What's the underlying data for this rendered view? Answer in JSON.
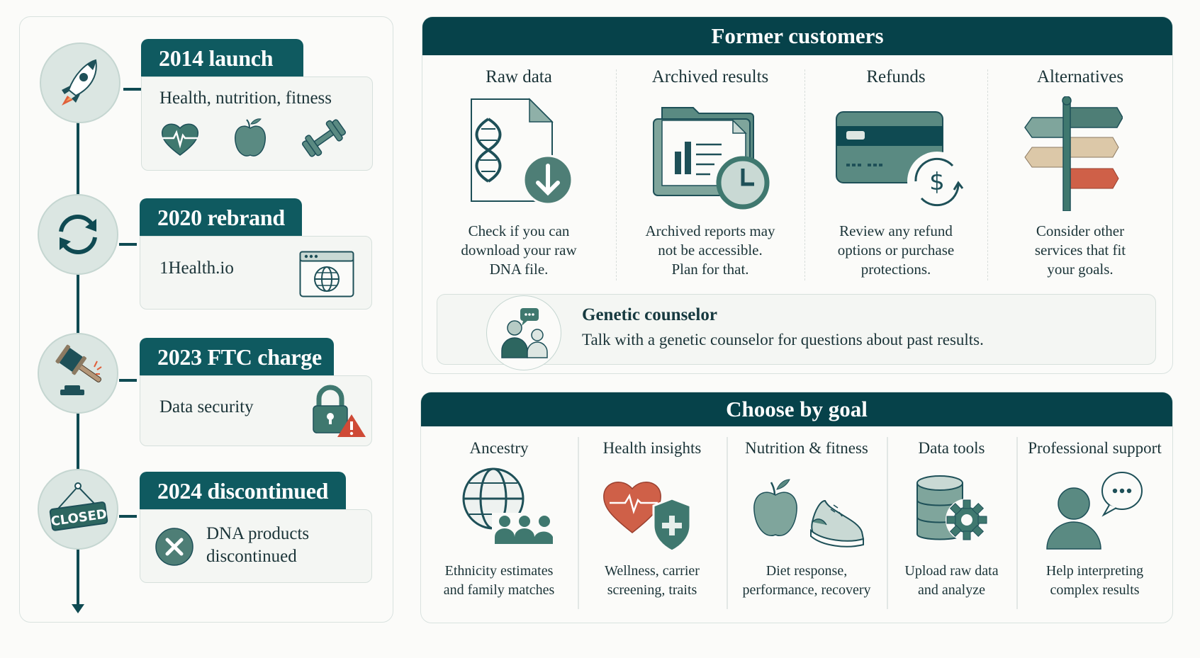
{
  "timeline": {
    "events": [
      {
        "tag": "2014 launch",
        "text": "Health, nutrition, fitness",
        "circle_icon": "rocket-icon",
        "card_icons": [
          "heart-pulse-icon",
          "apple-icon",
          "dumbbell-icon"
        ]
      },
      {
        "tag": "2020 rebrand",
        "text": "1Health.io",
        "circle_icon": "refresh-icon",
        "card_icons": [
          "browser-globe-icon"
        ]
      },
      {
        "tag": "2023 FTC charge",
        "text": "Data security",
        "circle_icon": "gavel-icon",
        "card_icons": [
          "lock-warning-icon"
        ]
      },
      {
        "tag": "2024 discontinued",
        "text_line1": "DNA products",
        "text_line2": "discontinued",
        "circle_icon": "closed-sign-icon",
        "circle_label": "CLOSED",
        "card_icons": [
          "x-circle-icon"
        ]
      }
    ]
  },
  "former_customers": {
    "title": "Former customers",
    "columns": [
      {
        "title": "Raw data",
        "icon": "dna-file-download-icon",
        "desc": [
          "Check if you can",
          "download your raw",
          "DNA file."
        ]
      },
      {
        "title": "Archived results",
        "icon": "folder-report-clock-icon",
        "desc": [
          "Archived reports may",
          "not be accessible.",
          "Plan for that."
        ]
      },
      {
        "title": "Refunds",
        "icon": "credit-card-refund-icon",
        "desc": [
          "Review any refund",
          "options or purchase",
          "protections."
        ]
      },
      {
        "title": "Alternatives",
        "icon": "signpost-icon",
        "desc": [
          "Consider other",
          "services that fit",
          "your goals."
        ]
      }
    ],
    "counselor": {
      "title": "Genetic counselor",
      "text": "Talk with a genetic counselor for questions about past results.",
      "icon": "counselor-people-icon"
    }
  },
  "choose_by_goal": {
    "title": "Choose by goal",
    "columns": [
      {
        "title": "Ancestry",
        "icon": "globe-people-icon",
        "desc": [
          "Ethnicity estimates",
          "and family matches"
        ]
      },
      {
        "title": "Health insights",
        "icon": "heart-shield-icon",
        "desc": [
          "Wellness, carrier",
          "screening, traits"
        ]
      },
      {
        "title": "Nutrition & fitness",
        "icon": "apple-sneaker-icon",
        "desc": [
          "Diet response,",
          "performance, recovery"
        ]
      },
      {
        "title": "Data tools",
        "icon": "database-gear-icon",
        "desc": [
          "Upload raw data",
          "and analyze"
        ]
      },
      {
        "title": "Professional support",
        "icon": "person-chat-icon",
        "desc": [
          "Help interpreting",
          "complex results"
        ]
      }
    ]
  },
  "colors": {
    "header_dark": "#06424a",
    "tag_teal": "#0f5a60",
    "icon_teal": "#5a8a82",
    "accent_red": "#cf6048",
    "accent_sand": "#dcc8a8",
    "circle_bg": "#dbe6e2"
  }
}
